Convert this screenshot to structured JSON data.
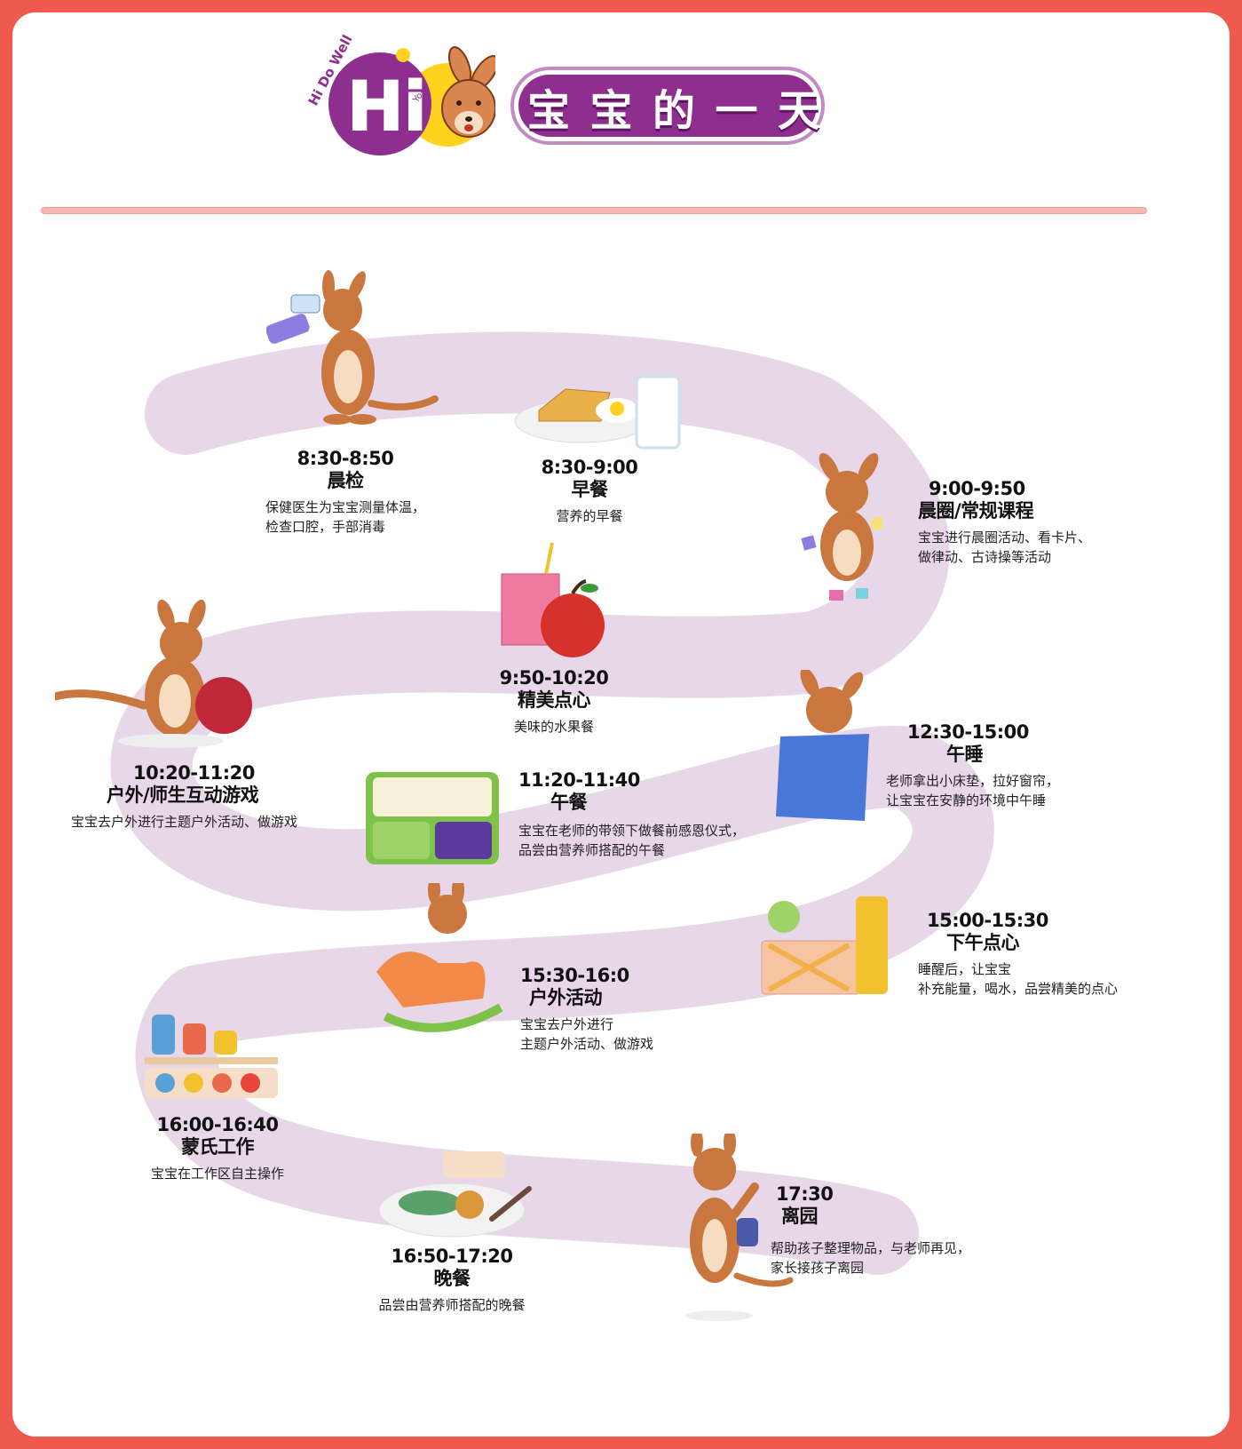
{
  "header": {
    "logo_text": "Hi Do Well",
    "logo_letter": "Hi",
    "logo_small": "Yo~",
    "title_chars": [
      "宝",
      "宝",
      "的",
      "一",
      "天"
    ]
  },
  "colors": {
    "frame": "#f05a4e",
    "path": "#e8d6e9",
    "title_purple": "#8e2f8f",
    "logo_yellow": "#ffd21f",
    "divider": "#f7b9b2"
  },
  "events": [
    {
      "time": "8:30-8:50",
      "title": "晨检",
      "desc": [
        "保健医生为宝宝测量体温，",
        "检查口腔，手部消毒"
      ]
    },
    {
      "time": "8:30-9:00",
      "title": "早餐",
      "desc": [
        "营养的早餐"
      ]
    },
    {
      "time": "9:00-9:50",
      "title": "晨圈/常规课程",
      "desc": [
        "宝宝进行晨圈活动、看卡片、",
        "做律动、古诗操等活动"
      ]
    },
    {
      "time": "9:50-10:20",
      "title": "精美点心",
      "desc": [
        "美味的水果餐"
      ]
    },
    {
      "time": "10:20-11:20",
      "title": "户外/师生互动游戏",
      "desc": [
        "宝宝去户外进行主题户外活动、做游戏"
      ]
    },
    {
      "time": "11:20-11:40",
      "title": "午餐",
      "desc": [
        "宝宝在老师的带领下做餐前感恩仪式，",
        "品尝由营养师搭配的午餐"
      ]
    },
    {
      "time": "12:30-15:00",
      "title": "午睡",
      "desc": [
        "老师拿出小床垫，拉好窗帘，",
        "让宝宝在安静的环境中午睡"
      ]
    },
    {
      "time": "15:00-15:30",
      "title": "下午点心",
      "desc": [
        "睡醒后，让宝宝",
        "补充能量，喝水，品尝精美的点心"
      ]
    },
    {
      "time": "15:30-16:0",
      "title": "户外活动",
      "desc": [
        "宝宝去户外进行",
        "主题户外活动、做游戏"
      ]
    },
    {
      "time": "16:00-16:40",
      "title": "蒙氏工作",
      "desc": [
        "宝宝在工作区自主操作"
      ]
    },
    {
      "time": "16:50-17:20",
      "title": "晚餐",
      "desc": [
        "品尝由营养师搭配的晚餐"
      ]
    },
    {
      "time": "17:30",
      "title": "离园",
      "desc": [
        "帮助孩子整理物品，与老师再见，",
        "家长接孩子离园"
      ]
    }
  ]
}
